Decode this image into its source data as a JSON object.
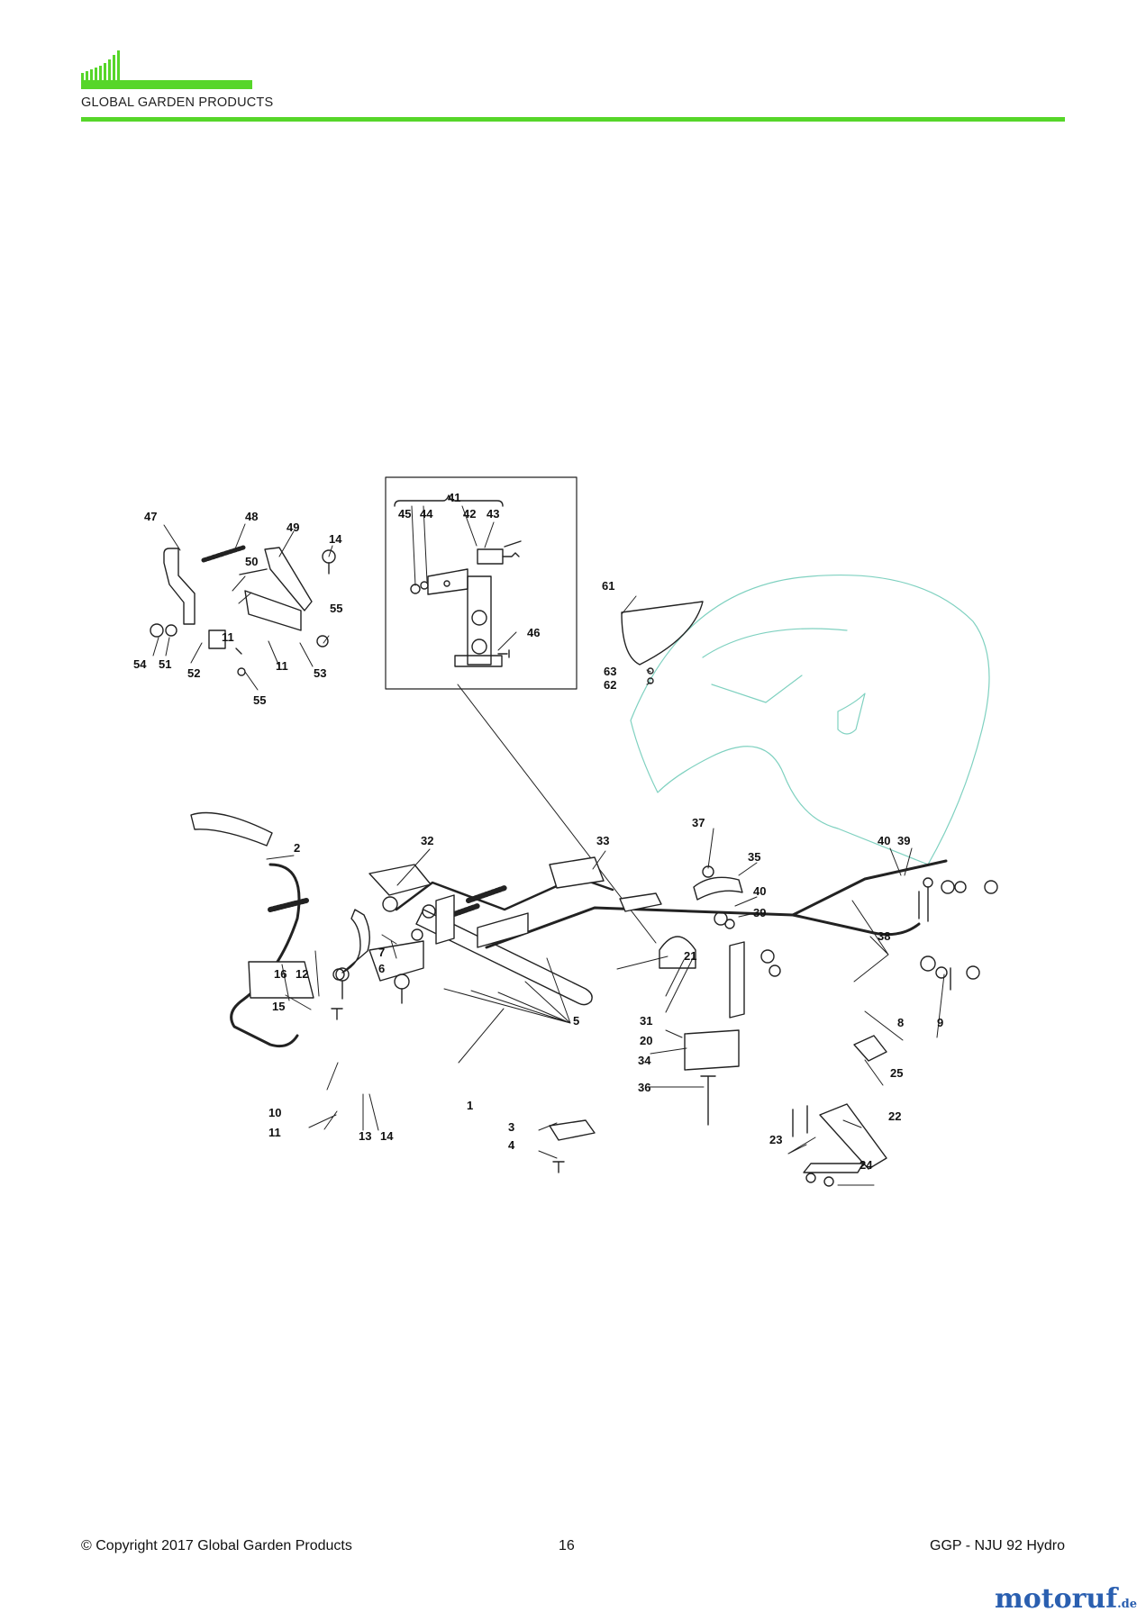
{
  "header": {
    "brand": "GLOBAL GARDEN PRODUCTS",
    "brand_color": "#56d629"
  },
  "inset_group_label": "41",
  "callouts": [
    {
      "id": "c47",
      "text": "47"
    },
    {
      "id": "c48",
      "text": "48"
    },
    {
      "id": "c49",
      "text": "49"
    },
    {
      "id": "c14a",
      "text": "14"
    },
    {
      "id": "c50",
      "text": "50"
    },
    {
      "id": "c55a",
      "text": "55"
    },
    {
      "id": "c11a",
      "text": "11"
    },
    {
      "id": "c54",
      "text": "54"
    },
    {
      "id": "c51",
      "text": "51"
    },
    {
      "id": "c52",
      "text": "52"
    },
    {
      "id": "c11b",
      "text": "11"
    },
    {
      "id": "c53",
      "text": "53"
    },
    {
      "id": "c55b",
      "text": "55"
    },
    {
      "id": "c45",
      "text": "45"
    },
    {
      "id": "c44",
      "text": "44"
    },
    {
      "id": "c42",
      "text": "42"
    },
    {
      "id": "c43",
      "text": "43"
    },
    {
      "id": "c46",
      "text": "46"
    },
    {
      "id": "c61",
      "text": "61"
    },
    {
      "id": "c63",
      "text": "63"
    },
    {
      "id": "c62",
      "text": "62"
    },
    {
      "id": "c2",
      "text": "2"
    },
    {
      "id": "c32",
      "text": "32"
    },
    {
      "id": "c33",
      "text": "33"
    },
    {
      "id": "c37",
      "text": "37"
    },
    {
      "id": "c35",
      "text": "35"
    },
    {
      "id": "c40a",
      "text": "40"
    },
    {
      "id": "c39a",
      "text": "39"
    },
    {
      "id": "c40b",
      "text": "40"
    },
    {
      "id": "c39b",
      "text": "39"
    },
    {
      "id": "c38",
      "text": "38"
    },
    {
      "id": "c7",
      "text": "7"
    },
    {
      "id": "c6",
      "text": "6"
    },
    {
      "id": "c21",
      "text": "21"
    },
    {
      "id": "c16",
      "text": "16"
    },
    {
      "id": "c12",
      "text": "12"
    },
    {
      "id": "c5",
      "text": "5"
    },
    {
      "id": "c31",
      "text": "31"
    },
    {
      "id": "c20",
      "text": "20"
    },
    {
      "id": "c34",
      "text": "34"
    },
    {
      "id": "c8",
      "text": "8"
    },
    {
      "id": "c9",
      "text": "9"
    },
    {
      "id": "c15",
      "text": "15"
    },
    {
      "id": "c25",
      "text": "25"
    },
    {
      "id": "c36",
      "text": "36"
    },
    {
      "id": "c1",
      "text": "1"
    },
    {
      "id": "c10",
      "text": "10"
    },
    {
      "id": "c11c",
      "text": "11"
    },
    {
      "id": "c13",
      "text": "13"
    },
    {
      "id": "c14b",
      "text": "14"
    },
    {
      "id": "c3",
      "text": "3"
    },
    {
      "id": "c4",
      "text": "4"
    },
    {
      "id": "c22",
      "text": "22"
    },
    {
      "id": "c23",
      "text": "23"
    },
    {
      "id": "c24",
      "text": "24"
    }
  ],
  "footer": {
    "copyright": "© Copyright 2017 Global Garden Products",
    "page_number": "16",
    "model": "GGP - NJU 92 Hydro"
  },
  "watermark": {
    "main": "motoruf",
    "tld": ".de"
  }
}
